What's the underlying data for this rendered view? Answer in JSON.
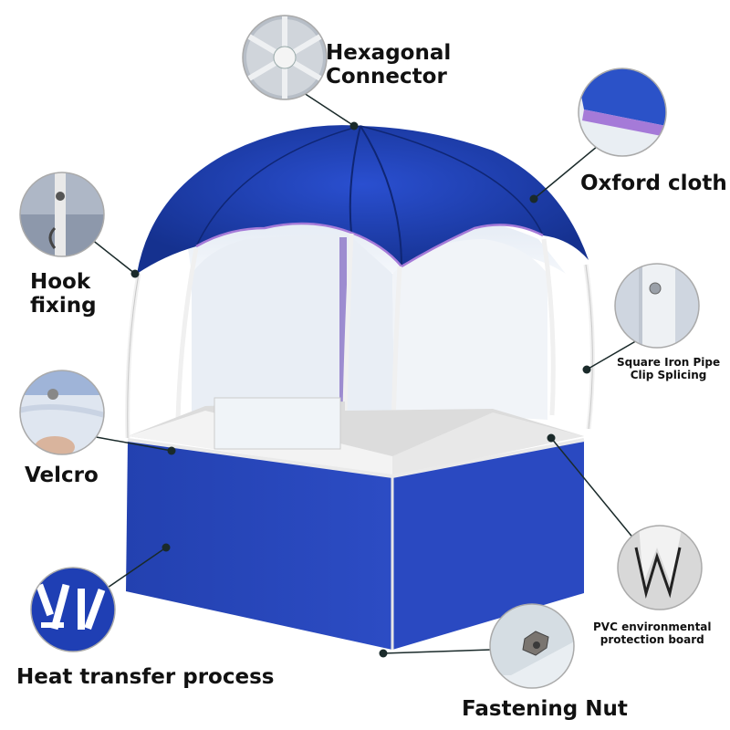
{
  "colors": {
    "canopy": "#1f3fb4",
    "canopy_dark": "#172f8c",
    "wall": "#2544b8",
    "trim": "#a57ad8",
    "frame": "#f2f2f2",
    "callout_line": "#1a2a2a"
  },
  "callouts": [
    {
      "id": "hexagonal-connector",
      "lines": [
        "Hexagonal",
        "Connector"
      ],
      "icon": "hexagon-connector-photo"
    },
    {
      "id": "oxford-cloth",
      "lines": [
        "Oxford cloth"
      ],
      "icon": "oxford-cloth-swatch"
    },
    {
      "id": "hook-fixing",
      "lines": [
        "Hook",
        "fixing"
      ],
      "icon": "hook-photo"
    },
    {
      "id": "square-iron-pipe",
      "lines": [
        "Square Iron Pipe",
        "Clip Splicing"
      ],
      "icon": "square-pipe-photo"
    },
    {
      "id": "velcro",
      "lines": [
        "Velcro"
      ],
      "icon": "velcro-photo"
    },
    {
      "id": "pvc-board",
      "lines": [
        "PVC environmental",
        "protection board"
      ],
      "icon": "pvc-board-photo"
    },
    {
      "id": "heat-transfer",
      "lines": [
        "Heat transfer process"
      ],
      "icon": "heat-transfer-photo"
    },
    {
      "id": "fastening-nut",
      "lines": [
        "Fastening Nut"
      ],
      "icon": "nut-photo"
    }
  ]
}
